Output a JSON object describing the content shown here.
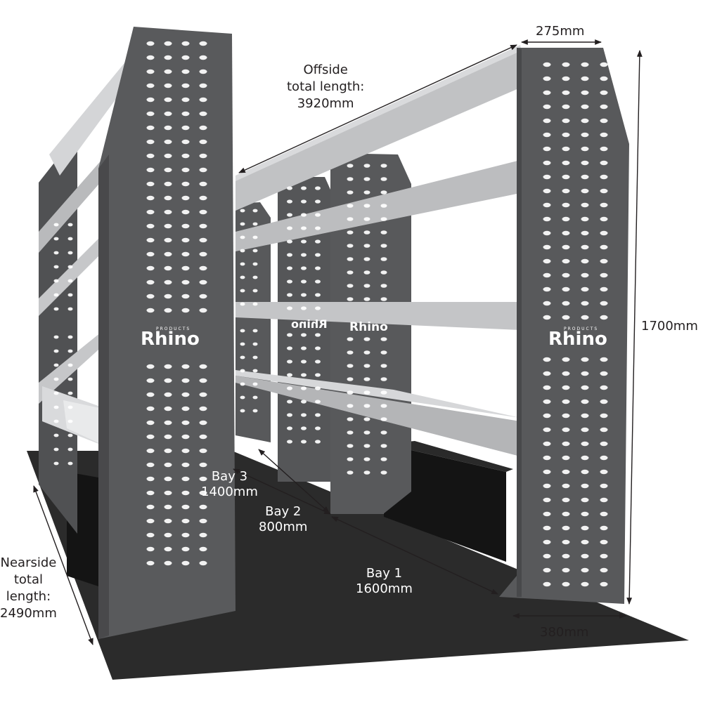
{
  "brand": {
    "logo_text": "Rhino",
    "logo_sub": "PRODUCTS"
  },
  "colors": {
    "panel": "#58595b",
    "panel_dark": "#4a4b4d",
    "shelf": "#b9babc",
    "shelf_light": "#d4d5d7",
    "floor": "#2b2b2b",
    "box": "#1b1b1b",
    "dimension_line": "#231f20"
  },
  "dimensions": {
    "depth_top": "275mm",
    "depth_bottom": "380mm",
    "height": "1700mm",
    "offside": [
      "Offside",
      "total length:",
      "3920mm"
    ],
    "nearside": [
      "Nearside",
      "total",
      "length:",
      "2490mm"
    ],
    "bay3": [
      "Bay 3",
      "1400mm"
    ],
    "bay2": [
      "Bay 2",
      "800mm"
    ],
    "bay1": [
      "Bay 1",
      "1600mm"
    ]
  }
}
